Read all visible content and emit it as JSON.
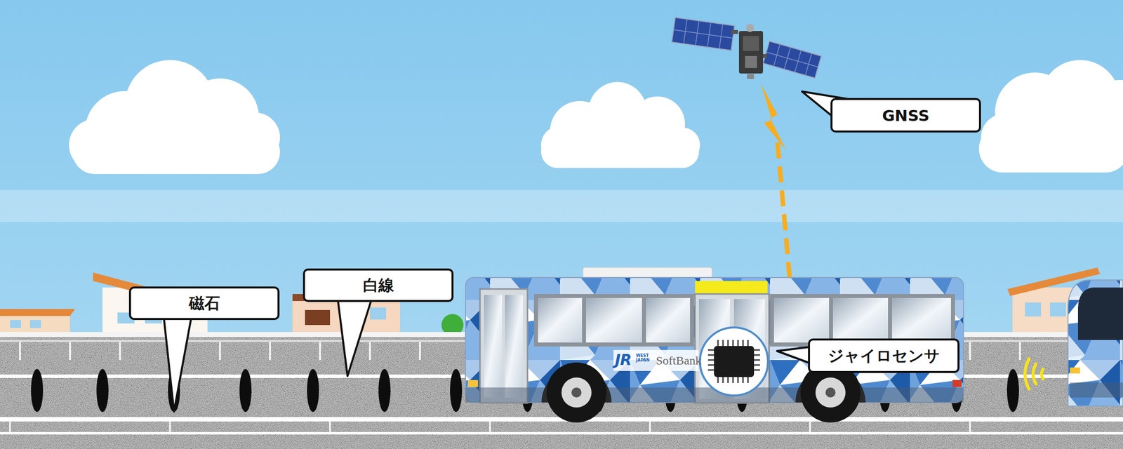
{
  "diagram": {
    "nodes": [
      {
        "text": [
          "GNSS"
        ]
      },
      {
        "text": [
          "白線"
        ]
      },
      {
        "text": [
          "磁石"
        ]
      },
      {
        "text": [
          "ジャイロセンサ"
        ]
      }
    ],
    "labels": [
      "JR",
      "WEST JAPAN",
      "SoftBank"
    ]
  }
}
